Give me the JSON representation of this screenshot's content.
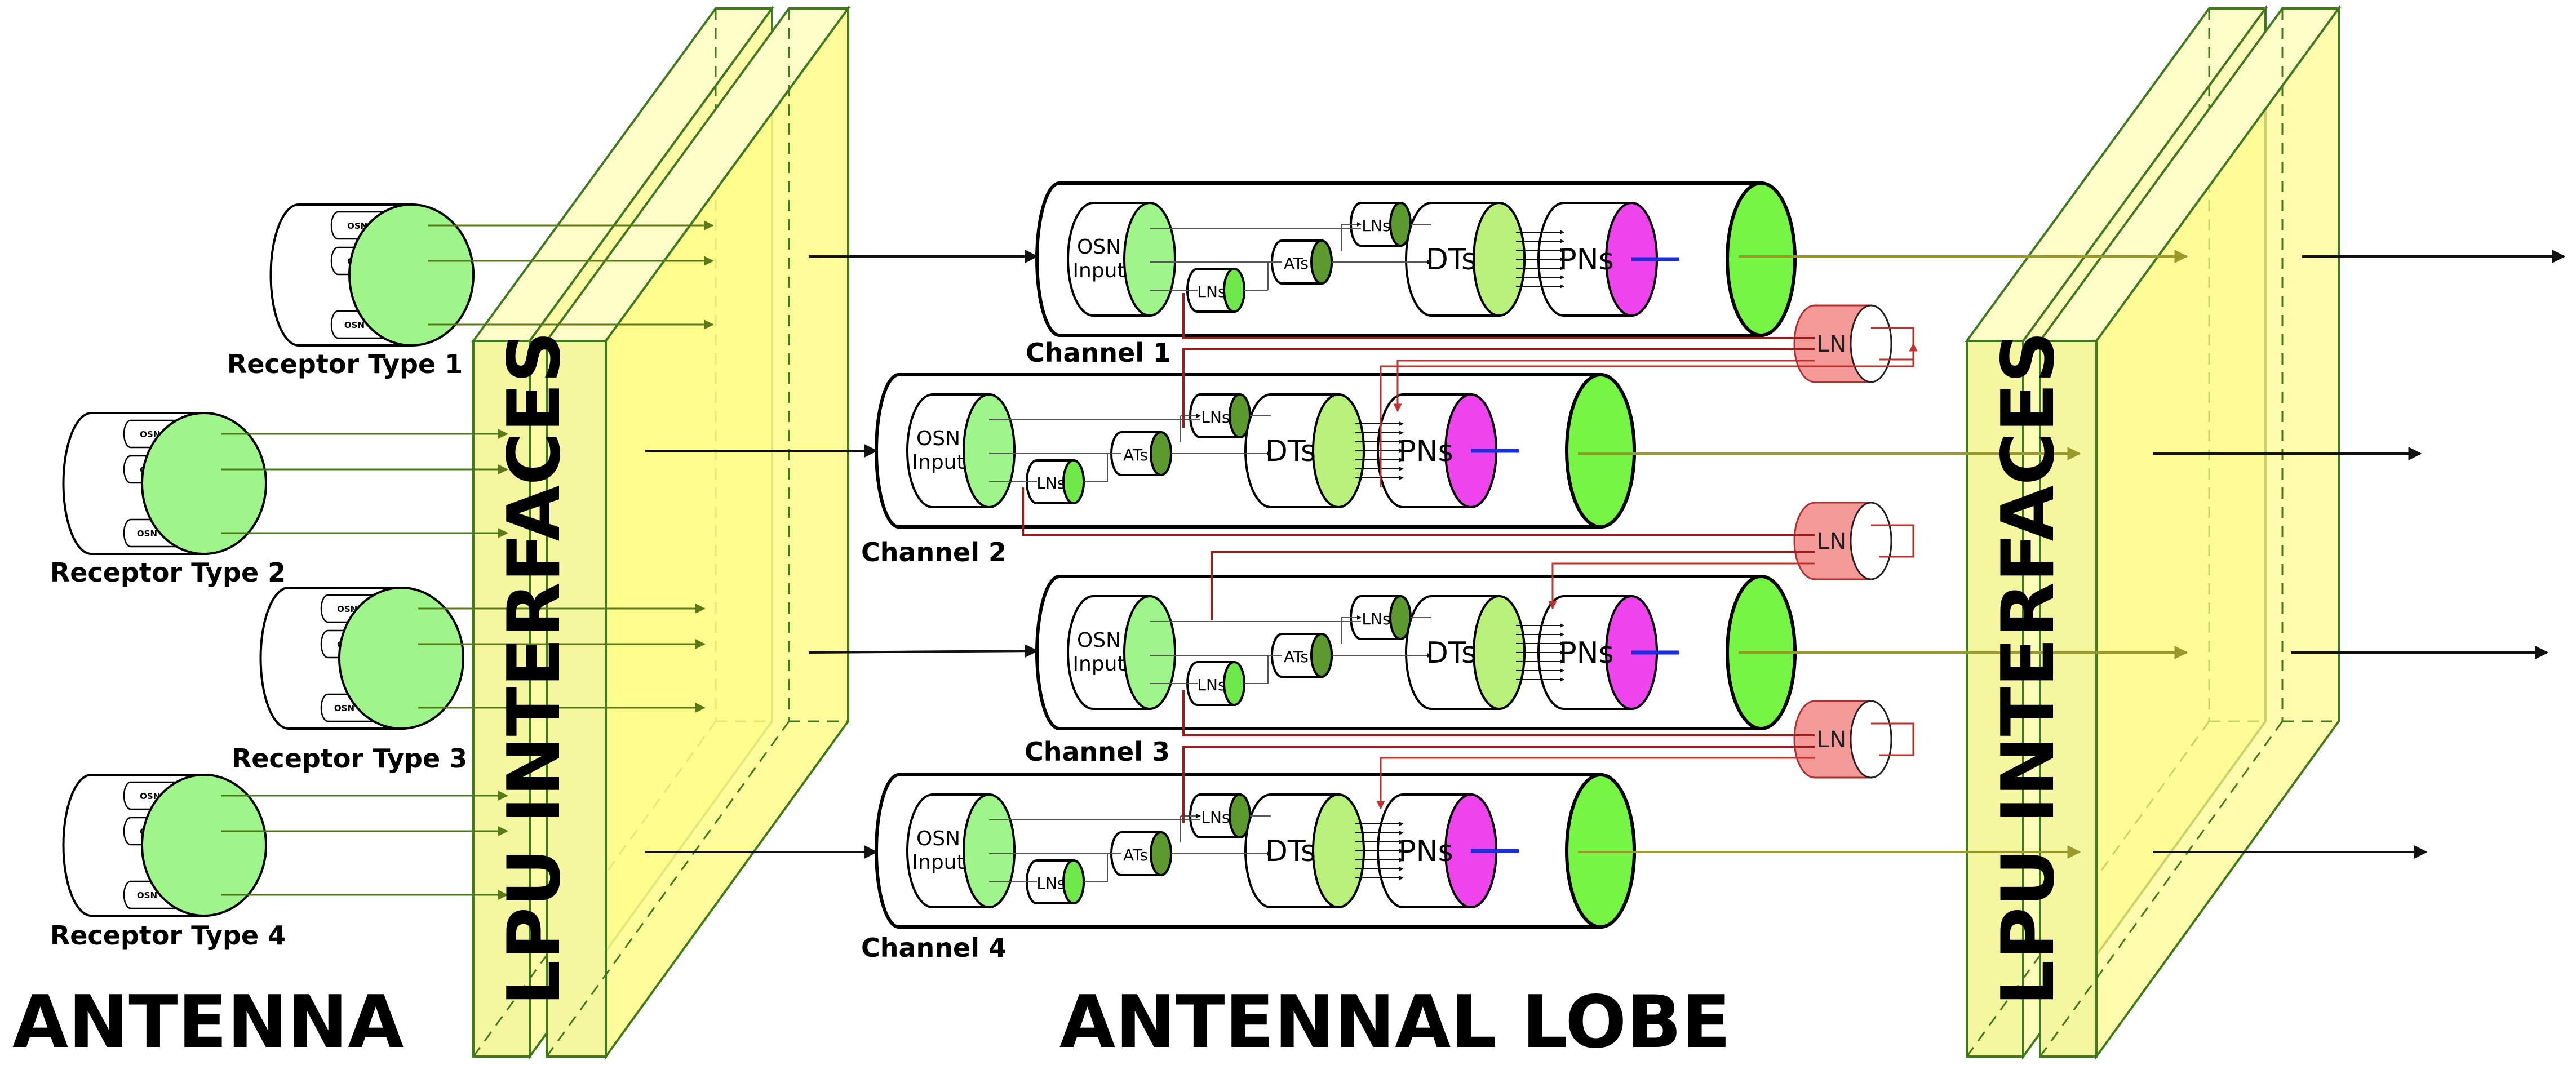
{
  "antenna": {
    "label": "ANTENNA",
    "receptors": [
      {
        "label": "Receptor Type 1",
        "osn": [
          "OSN 1",
          "OSN 2",
          "OSN 50"
        ],
        "dots": "|  |"
      },
      {
        "label": "Receptor Type 2",
        "osn": [
          "OSN 1",
          "OSN 2",
          "OSN 50"
        ],
        "dots": "|  |"
      },
      {
        "label": "Receptor Type 3",
        "osn": [
          "OSN 1",
          "OSN 2",
          "OSN 50"
        ],
        "dots": "|  |"
      },
      {
        "label": "Receptor Type 4",
        "osn": [
          "OSN 1",
          "OSN 2",
          "OSN 50"
        ],
        "dots": "|  |"
      }
    ]
  },
  "lpu_interfaces": {
    "left_label": "LPU INTERFACES",
    "right_label": "LPU INTERFACES"
  },
  "antennal_lobe": {
    "label": "ANTENNAL LOBE",
    "channels": [
      {
        "label": "Channel 1",
        "osn_input": [
          "OSN",
          "Input"
        ],
        "lns_top": "LNs",
        "lns_bottom": "LNs",
        "ats": "ATs",
        "dts": "DTs",
        "pns": "PNs"
      },
      {
        "label": "Channel 2",
        "osn_input": [
          "OSN",
          "Input"
        ],
        "lns_top": "LNs",
        "lns_bottom": "LNs",
        "ats": "ATs",
        "dts": "DTs",
        "pns": "PNs"
      },
      {
        "label": "Channel 3",
        "osn_input": [
          "OSN",
          "Input"
        ],
        "lns_top": "LNs",
        "lns_bottom": "LNs",
        "ats": "ATs",
        "dts": "DTs",
        "pns": "PNs"
      },
      {
        "label": "Channel 4",
        "osn_input": [
          "OSN",
          "Input"
        ],
        "lns_top": "LNs",
        "lns_bottom": "LNs",
        "ats": "ATs",
        "dts": "DTs",
        "pns": "PNs"
      }
    ],
    "local_neurons": [
      "LN",
      "LN",
      "LN"
    ]
  },
  "colors": {
    "panel_fill": "#fffb8a",
    "panel_stroke": "#3f7a1f",
    "osn_face": "#9ef58a",
    "osn_small": "#6fe84a",
    "lns_dark": "#5c9a2f",
    "dts_face": "#b9f07a",
    "pns_face": "#ee44ee",
    "out_face": "#77f544",
    "ln_fill": "#f39a98",
    "ln_wire": "#c0302c",
    "arrow": "#111111",
    "link_blue": "#1a2ee0"
  }
}
